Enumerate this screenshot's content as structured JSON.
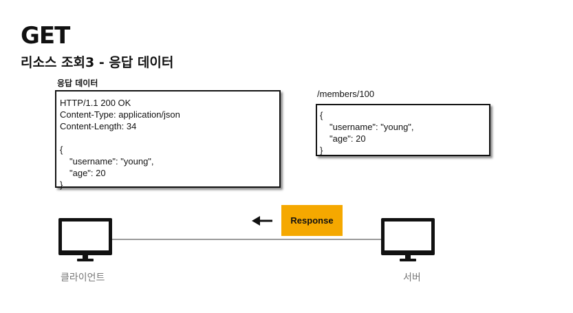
{
  "slide": {
    "title": "GET",
    "subtitle": "리소스 조회3 - 응답 데이터"
  },
  "response_panel": {
    "label": "응답 데이터",
    "status_line": "HTTP/1.1 200 OK",
    "headers": [
      "Content-Type: application/json",
      "Content-Length: 34"
    ],
    "body_open": "{",
    "body_lines": [
      "\"username\": \"young\",",
      "\"age\": 20"
    ],
    "body_close": "}"
  },
  "resource_panel": {
    "label": "/members/100",
    "body_open": "{",
    "body_lines": [
      "\"username\": \"young\",",
      "\"age\": 20"
    ],
    "body_close": "}"
  },
  "flow": {
    "response_label": "Response",
    "response_color": "#f5a800",
    "arrow_direction": "left"
  },
  "nodes": {
    "client": {
      "label": "클라이언트",
      "icon": "monitor-icon"
    },
    "server": {
      "label": "서버",
      "icon": "monitor-icon"
    }
  }
}
